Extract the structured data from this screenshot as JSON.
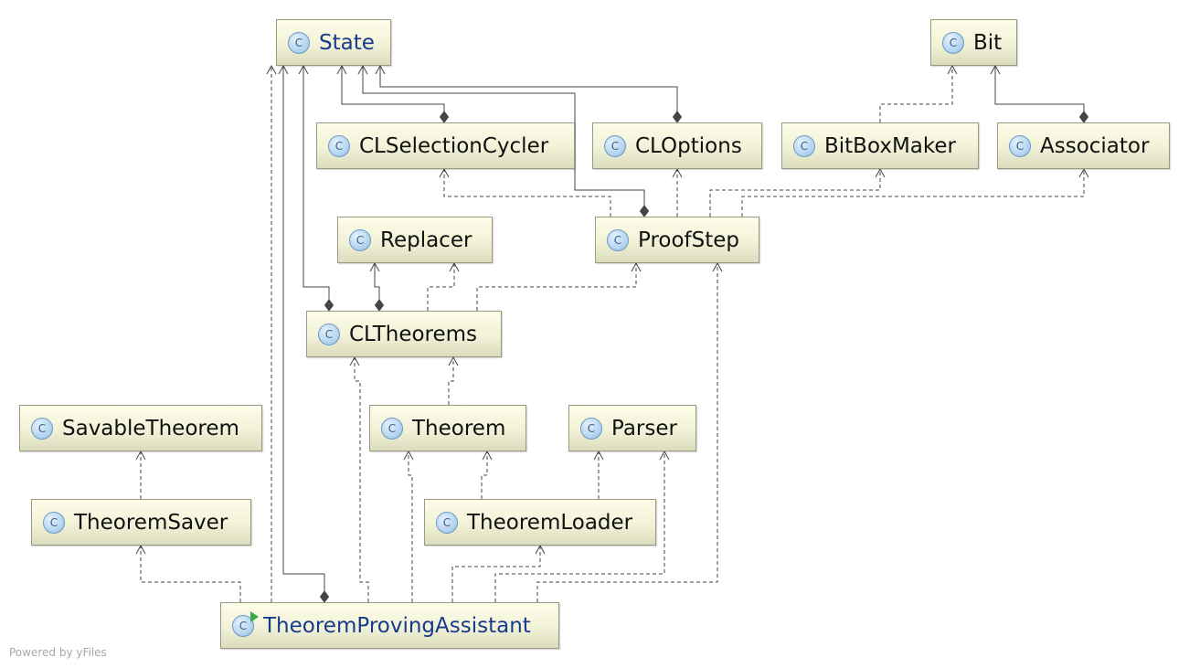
{
  "diagram": {
    "nodes": {
      "state": {
        "label": "State",
        "icon": "class-icon",
        "accent": true
      },
      "bit": {
        "label": "Bit",
        "icon": "class-icon"
      },
      "clselectioncycler": {
        "label": "CLSelectionCycler",
        "icon": "class-icon"
      },
      "cloptions": {
        "label": "CLOptions",
        "icon": "class-icon"
      },
      "bitboxmaker": {
        "label": "BitBoxMaker",
        "icon": "class-icon"
      },
      "associator": {
        "label": "Associator",
        "icon": "class-icon"
      },
      "replacer": {
        "label": "Replacer",
        "icon": "class-icon"
      },
      "proofstep": {
        "label": "ProofStep",
        "icon": "class-icon"
      },
      "cltheorems": {
        "label": "CLTheorems",
        "icon": "class-icon"
      },
      "savabletheorem": {
        "label": "SavableTheorem",
        "icon": "class-icon"
      },
      "theorem": {
        "label": "Theorem",
        "icon": "class-icon"
      },
      "parser": {
        "label": "Parser",
        "icon": "class-icon"
      },
      "theoremsaver": {
        "label": "TheoremSaver",
        "icon": "class-icon"
      },
      "theoremloader": {
        "label": "TheoremLoader",
        "icon": "class-icon"
      },
      "theoremprovingassistant": {
        "label": "TheoremProvingAssistant",
        "icon": "runnable-class-icon",
        "accent": true
      }
    },
    "icon_letter": "C",
    "colors": {
      "accent_text": "#163a8c",
      "edge": "#444444",
      "run_badge": "#3aa847"
    },
    "edges": [
      {
        "from": "theoremprovingassistant",
        "to": "state",
        "kind": "composition"
      },
      {
        "from": "cltheorems",
        "to": "state",
        "kind": "composition"
      },
      {
        "from": "clselectioncycler",
        "to": "state",
        "kind": "composition"
      },
      {
        "from": "proofstep",
        "to": "state",
        "kind": "composition"
      },
      {
        "from": "cloptions",
        "to": "state",
        "kind": "composition"
      },
      {
        "from": "associator",
        "to": "bit",
        "kind": "composition"
      },
      {
        "from": "cltheorems",
        "to": "replacer",
        "kind": "composition"
      },
      {
        "from": "theoremprovingassistant",
        "to": "state",
        "kind": "dependency"
      },
      {
        "from": "bitboxmaker",
        "to": "bit",
        "kind": "dependency"
      },
      {
        "from": "proofstep",
        "to": "clselectioncycler",
        "kind": "dependency"
      },
      {
        "from": "proofstep",
        "to": "cloptions",
        "kind": "dependency"
      },
      {
        "from": "proofstep",
        "to": "bitboxmaker",
        "kind": "dependency"
      },
      {
        "from": "proofstep",
        "to": "associator",
        "kind": "dependency"
      },
      {
        "from": "cltheorems",
        "to": "replacer",
        "kind": "dependency"
      },
      {
        "from": "cltheorems",
        "to": "proofstep",
        "kind": "dependency"
      },
      {
        "from": "theorem",
        "to": "cltheorems",
        "kind": "dependency"
      },
      {
        "from": "theoremsaver",
        "to": "savabletheorem",
        "kind": "dependency"
      },
      {
        "from": "theoremloader",
        "to": "theorem",
        "kind": "dependency"
      },
      {
        "from": "theoremloader",
        "to": "parser",
        "kind": "dependency"
      },
      {
        "from": "theoremprovingassistant",
        "to": "theoremsaver",
        "kind": "dependency"
      },
      {
        "from": "theoremprovingassistant",
        "to": "cltheorems",
        "kind": "dependency"
      },
      {
        "from": "theoremprovingassistant",
        "to": "theorem",
        "kind": "dependency"
      },
      {
        "from": "theoremprovingassistant",
        "to": "theoremloader",
        "kind": "dependency"
      },
      {
        "from": "theoremprovingassistant",
        "to": "parser",
        "kind": "dependency"
      },
      {
        "from": "theoremprovingassistant",
        "to": "proofstep",
        "kind": "dependency"
      }
    ]
  },
  "footer": {
    "text": "Powered by yFiles"
  }
}
